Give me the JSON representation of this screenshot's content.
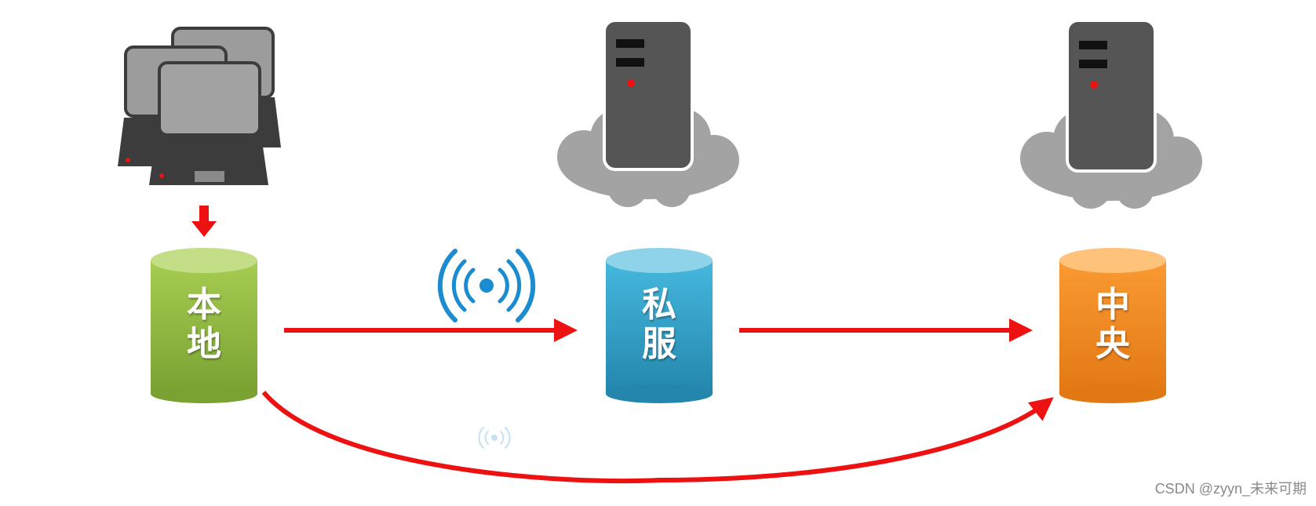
{
  "nodes": {
    "local": {
      "line1": "本",
      "line2": "地",
      "color_top": "#c3de86",
      "color_body": "#8db63a"
    },
    "private": {
      "line1": "私",
      "line2": "服",
      "color_top": "#8fd3ea",
      "color_body": "#2f9fc7"
    },
    "central": {
      "line1": "中",
      "line2": "央",
      "color_top": "#ffc27a",
      "color_body": "#f08a1e"
    }
  },
  "colors": {
    "arrow": "#ee1111",
    "server": "#555555",
    "server_led": "#ee1111",
    "cloud": "#a3a3a3",
    "computer_screen": "#9c9c9c",
    "wifi": "#1a8ccf"
  },
  "icons": [
    "computers-icon",
    "server-icon",
    "cloud-icon",
    "wifi-icon",
    "database-icon"
  ],
  "watermark": "CSDN @zyyn_未来可期"
}
